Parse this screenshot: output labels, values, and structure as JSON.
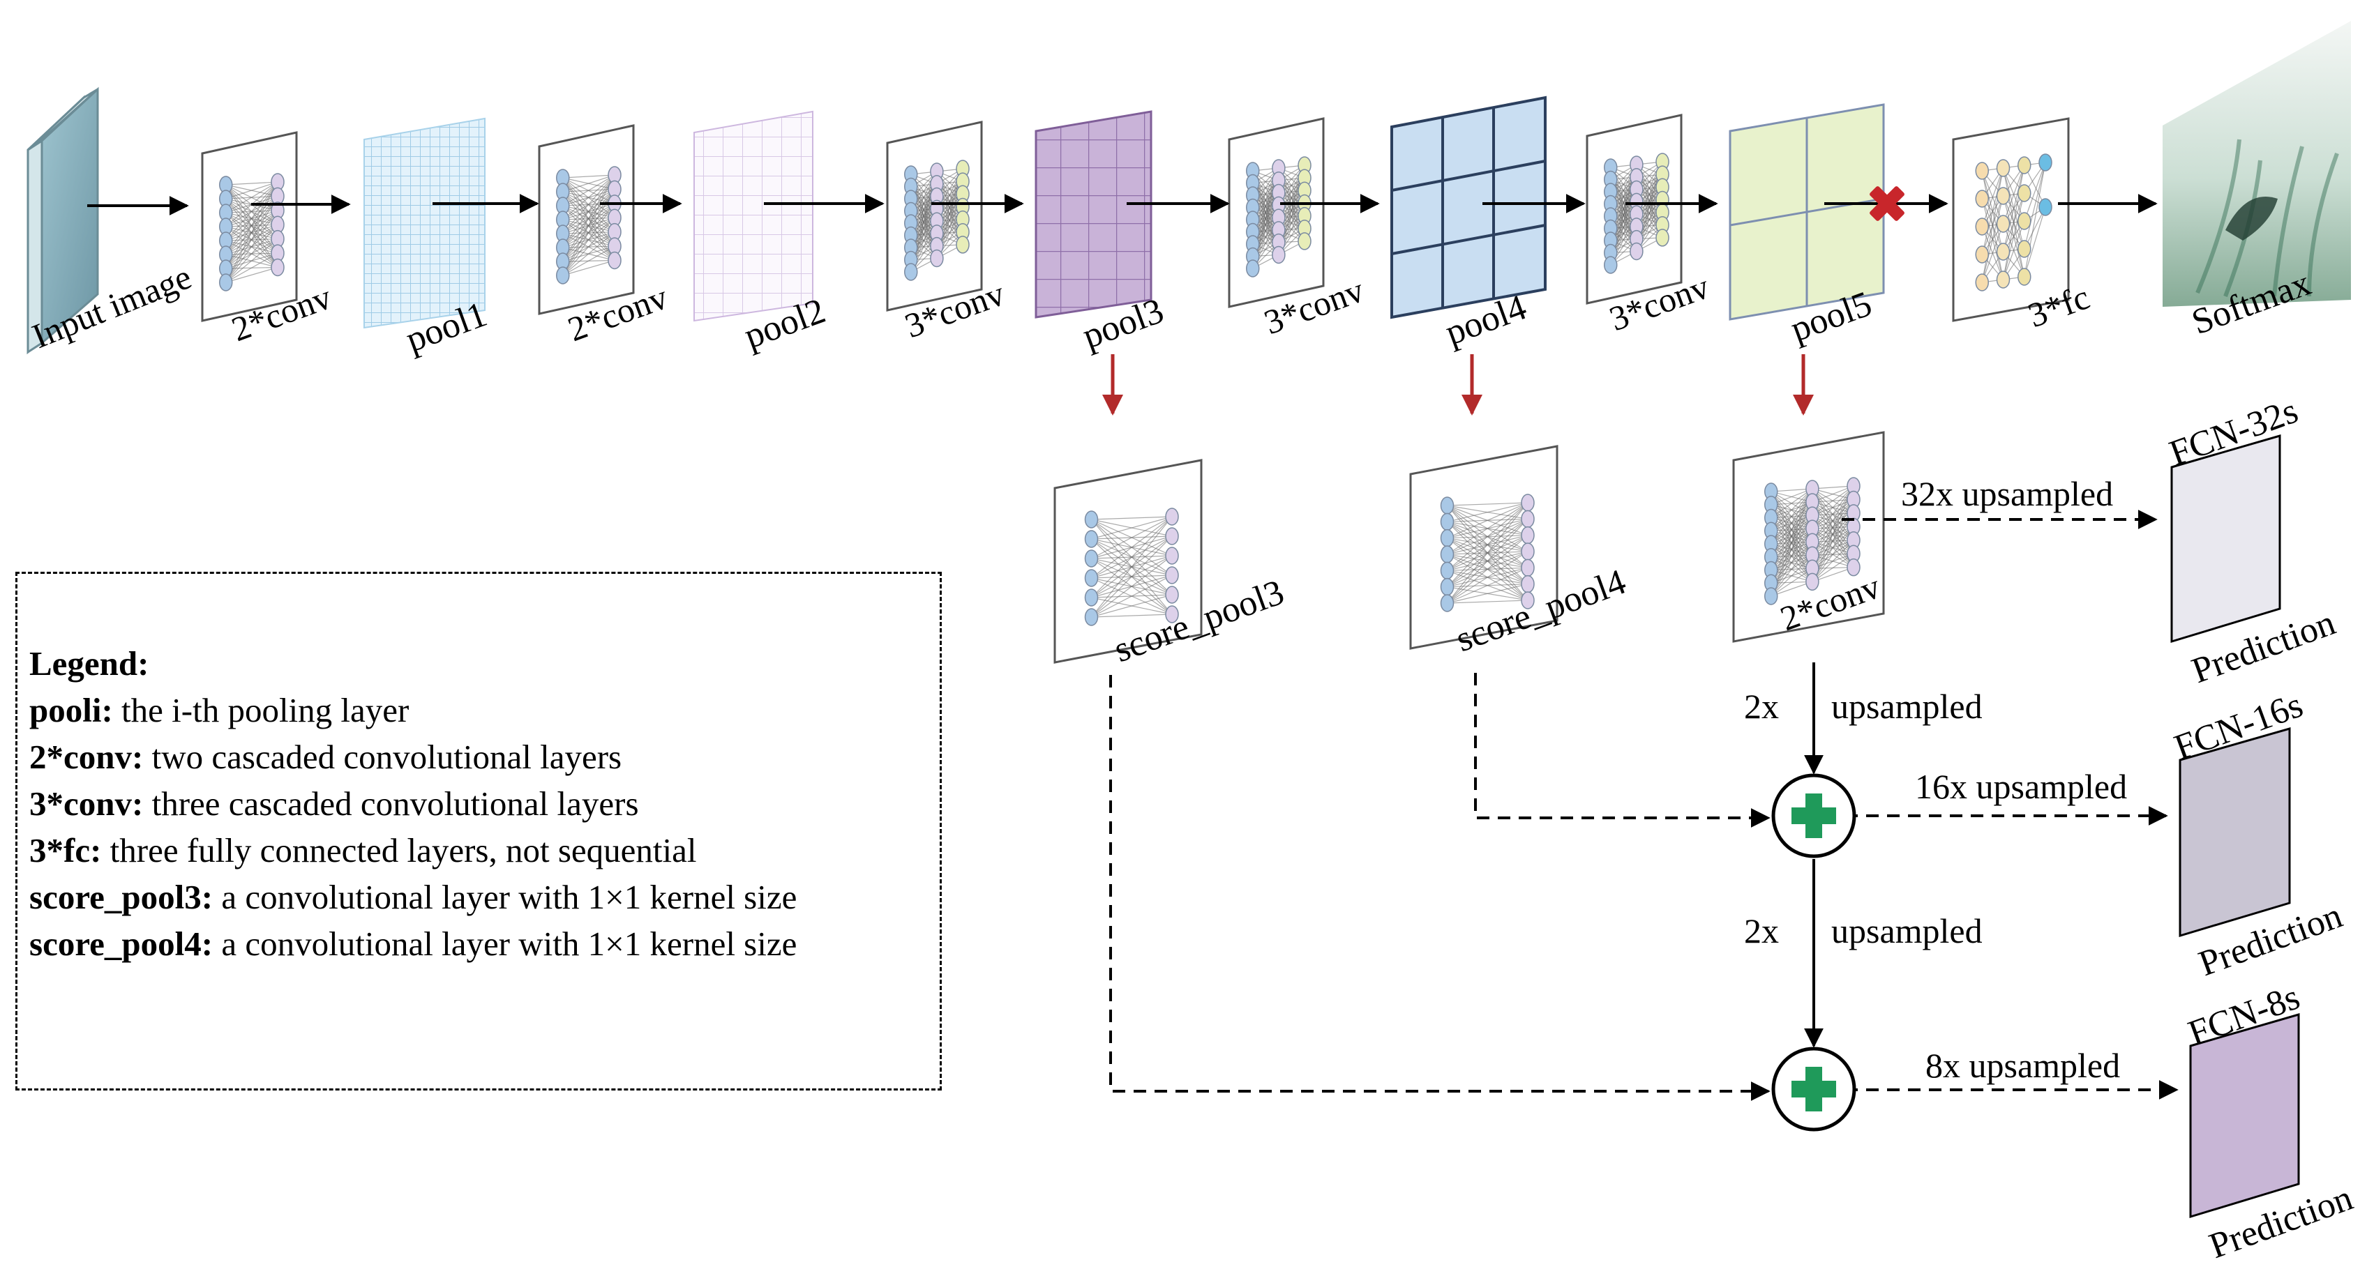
{
  "pipeline": {
    "input_label": "Input image",
    "conv1_label": "2*conv",
    "pool1_label": "pool1",
    "conv2_label": "2*conv",
    "pool2_label": "pool2",
    "conv3_label": "3*conv",
    "pool3_label": "pool3",
    "conv4_label": "3*conv",
    "pool4_label": "pool4",
    "conv5_label": "3*conv",
    "pool5_label": "pool5",
    "fc_label": "3*fc",
    "softmax_label": "Softmax"
  },
  "branches": {
    "score_pool3_label": "score_pool3",
    "score_pool4_label": "score_pool4",
    "conv_label": "2*conv",
    "up32_label": "32x upsampled",
    "up2_a_num": "2x",
    "up2_a_label": "upsampled",
    "up16_label": "16x upsampled",
    "up2_b_num": "2x",
    "up2_b_label": "upsampled",
    "up8_label": "8x upsampled"
  },
  "outputs": [
    {
      "name": "FCN-32s",
      "label": "Prediction",
      "color": "#e9e8ef"
    },
    {
      "name": "FCN-16s",
      "label": "Prediction",
      "color": "#c9c5d3"
    },
    {
      "name": "FCN-8s",
      "label": "Prediction",
      "color": "#c8b6d6"
    }
  ],
  "legend": {
    "title": "Legend:",
    "items": [
      {
        "term": "pooli:",
        "desc": "the i-th pooling layer"
      },
      {
        "term": "2*conv:",
        "desc": "two cascaded convolutional layers"
      },
      {
        "term": "3*conv:",
        "desc": "three cascaded convolutional layers"
      },
      {
        "term": "3*fc:",
        "desc": "three fully connected layers, not sequential"
      },
      {
        "term": "score_pool3:",
        "desc": "a convolutional layer with 1×1 kernel size"
      },
      {
        "term": "score_pool4:",
        "desc": "a convolutional layer with 1×1 kernel size"
      }
    ]
  },
  "colors": {
    "pool1": "#d7ecf8",
    "pool2": "#f3eef8",
    "pool3": "#c9b3d8",
    "pool4": "#c6dcf0",
    "pool5": "#e8f2cc",
    "red_arrow": "#b22a2a",
    "plus_green": "#1f9a5a",
    "cross_red": "#c8262b"
  }
}
